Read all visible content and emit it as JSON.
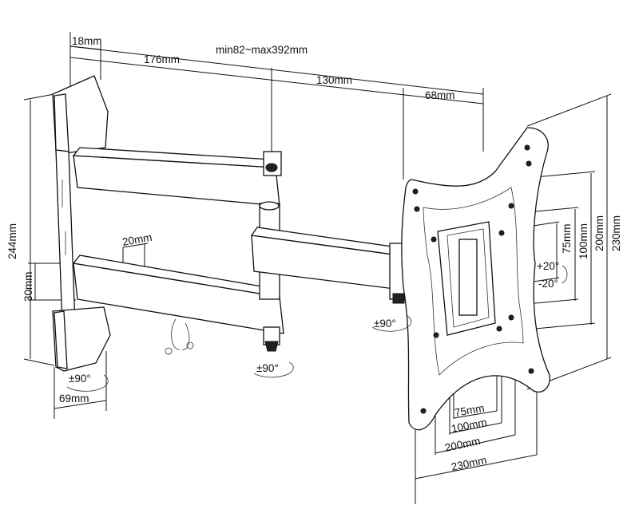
{
  "dimensions": {
    "wall_plate_thickness": "18mm",
    "arm1_length": "176mm",
    "extension_range": "min82~max392mm",
    "arm2_length": "130mm",
    "arm_to_plate": "68mm",
    "wall_plate_height": "244mm",
    "arm_gap": "20mm",
    "wall_plate_width_small": "30mm",
    "wall_plate_depth": "69mm",
    "vesa_v_75": "75mm",
    "vesa_v_100": "100mm",
    "vesa_v_200": "200mm",
    "vesa_v_230": "230mm",
    "vesa_h_75": "75mm",
    "vesa_h_100": "100mm",
    "vesa_h_200": "200mm",
    "vesa_h_230": "230mm"
  },
  "rotations": {
    "wall_swivel": "±90°",
    "elbow_swivel": "±90°",
    "head_swivel": "±90°",
    "tilt_up": "+20°",
    "tilt_down": "-20°"
  }
}
